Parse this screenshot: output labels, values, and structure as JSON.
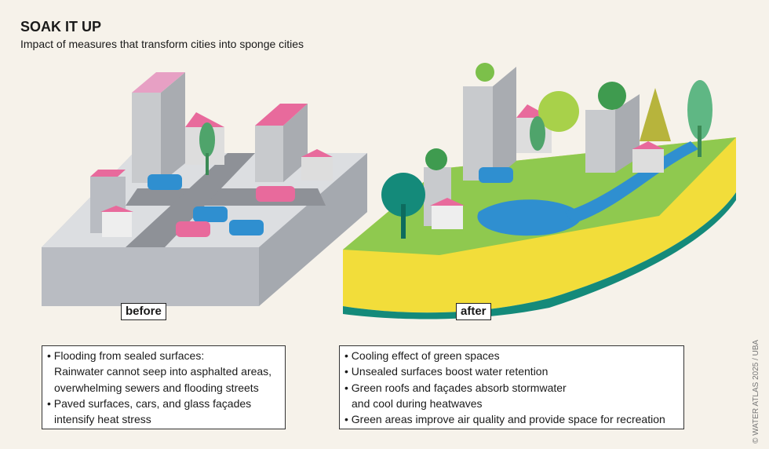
{
  "header": {
    "title": "SOAK IT UP",
    "subtitle": "Impact of measures that transform cities into sponge cities"
  },
  "labels": {
    "before": "before",
    "after": "after"
  },
  "before_box": [
    "• Flooding from sealed surfaces:",
    "Rainwater cannot seep into asphalted areas,",
    "overwhelming sewers and flooding streets",
    "• Paved surfaces, cars, and glass façades",
    "intensify heat stress"
  ],
  "after_box": [
    "• Cooling effect of green spaces",
    "• Unsealed surfaces boost water retention",
    "• Green roofs and façades absorb stormwater",
    "and cool during heatwaves",
    "• Green areas improve air quality and provide space for recreation"
  ],
  "credit": "© WATER ATLAS 2025 / UBA",
  "colors": {
    "background": "#f6f2ea",
    "gray": "#c4c7cc",
    "pink": "#e86a9c",
    "blue": "#2f8fd0",
    "green": "#7cc04a",
    "yellow": "#f2dd3a"
  }
}
